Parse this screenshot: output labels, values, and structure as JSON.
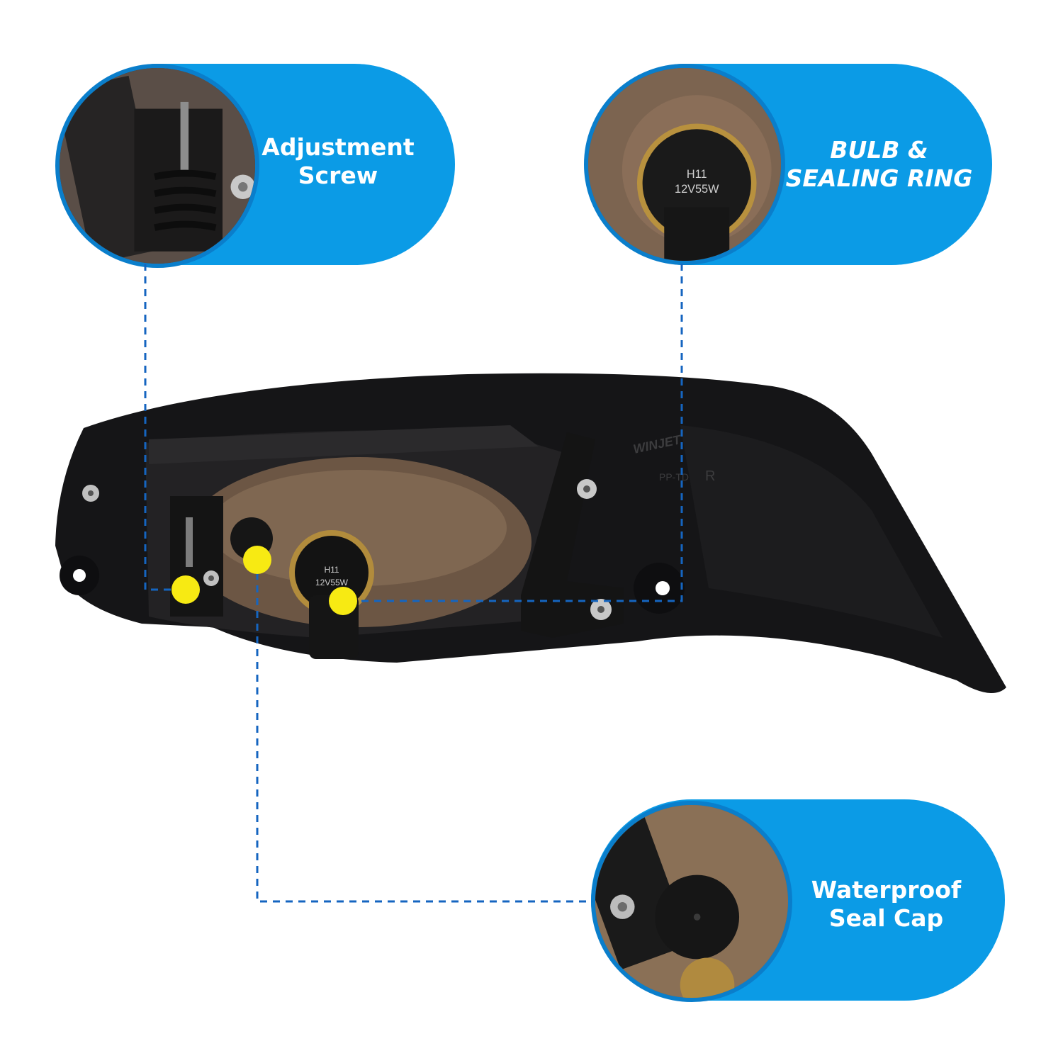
{
  "colors": {
    "accent": "#0b9be6",
    "ring": "#0a7ecb",
    "leader": "#1565c0",
    "marker": "#f7ea13",
    "housing": "#151517"
  },
  "callouts": [
    {
      "id": "adjustment-screw",
      "lines": [
        "Adjustment",
        "Screw"
      ],
      "italic": false
    },
    {
      "id": "bulb-sealing-ring",
      "lines": [
        "BULB &",
        "SEALING RING"
      ],
      "italic": true
    },
    {
      "id": "waterproof-seal-cap",
      "lines": [
        "Waterproof",
        "Seal Cap"
      ],
      "italic": false
    }
  ],
  "product": {
    "brand": "WINJET",
    "side_mark": "R",
    "material_mark": "PP-TD",
    "bulb_type": "H11",
    "bulb_rating": "12V55W"
  },
  "thumbs": {
    "bulb_type": "H11",
    "bulb_rating": "12V55W"
  }
}
